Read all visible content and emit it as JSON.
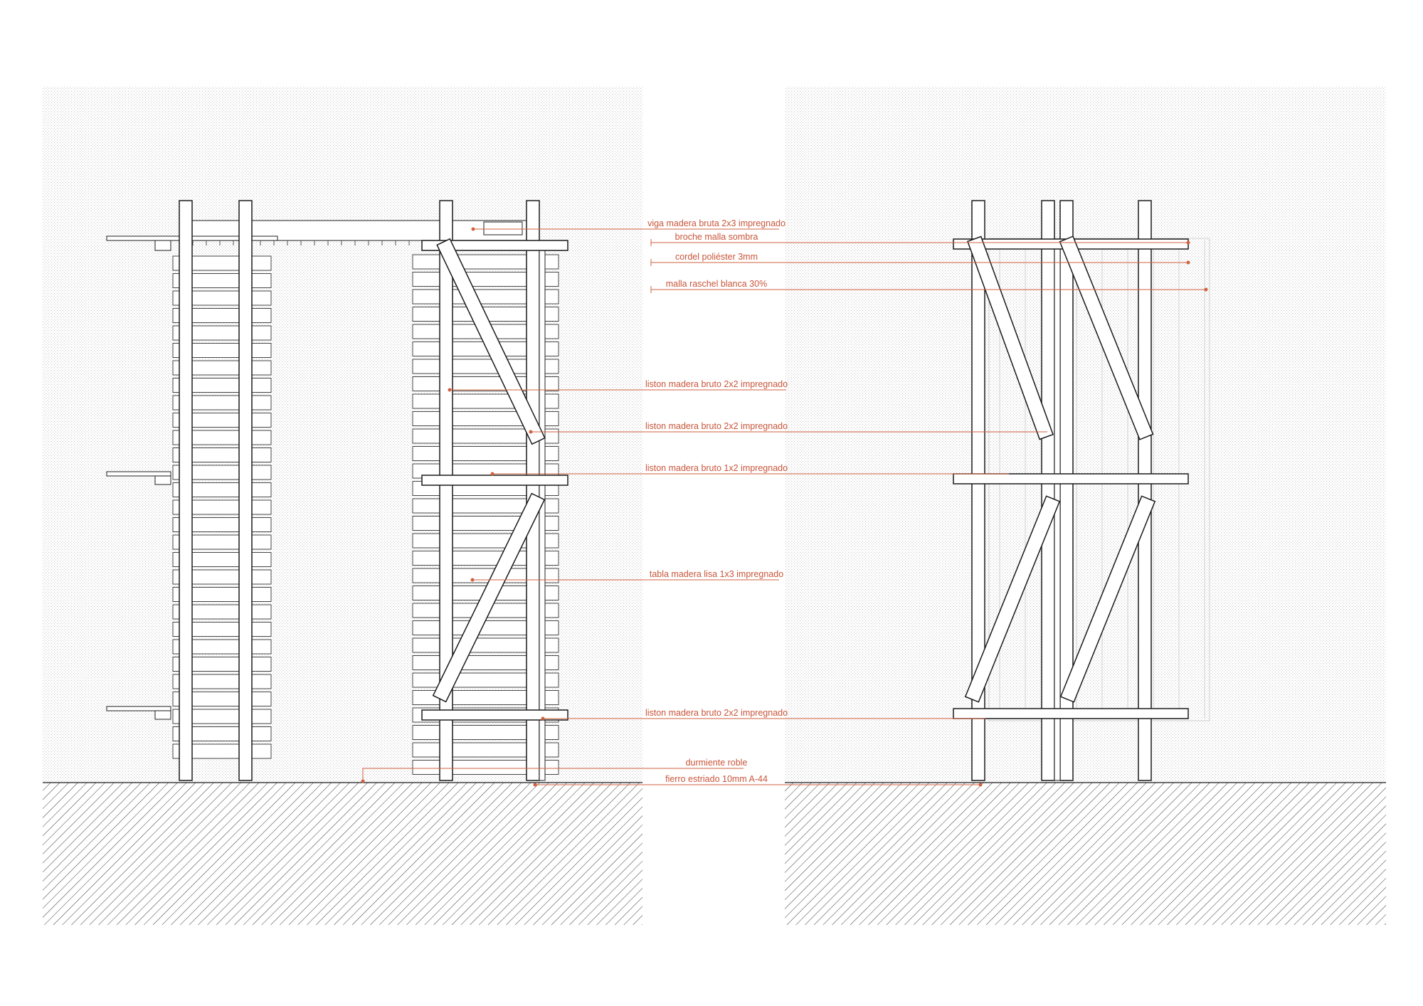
{
  "colors": {
    "annotation": "#d2603f",
    "line": "#1a1a1a",
    "hatch": "#3a3a3a",
    "stipple": "#bdbdbd",
    "background": "#ffffff"
  },
  "labels": [
    {
      "id": "viga",
      "text": "viga madera bruta 2x3 impregnado"
    },
    {
      "id": "broche",
      "text": "broche malla sombra"
    },
    {
      "id": "cordel",
      "text": "cordel poliéster 3mm"
    },
    {
      "id": "malla",
      "text": "malla raschel blanca 30%"
    },
    {
      "id": "liston1",
      "text": "liston madera bruto 2x2 impregnado"
    },
    {
      "id": "liston2",
      "text": "liston madera bruto 2x2 impregnado"
    },
    {
      "id": "liston3",
      "text": "liston madera bruto 1x2 impregnado"
    },
    {
      "id": "tabla",
      "text": "tabla madera lisa 1x3 impregnado"
    },
    {
      "id": "liston4",
      "text": "liston madera bruto 2x2 impregnado"
    },
    {
      "id": "durmiente",
      "text": "durmiente roble"
    },
    {
      "id": "fierro",
      "text": "fierro estriado 10mm A-44"
    }
  ]
}
